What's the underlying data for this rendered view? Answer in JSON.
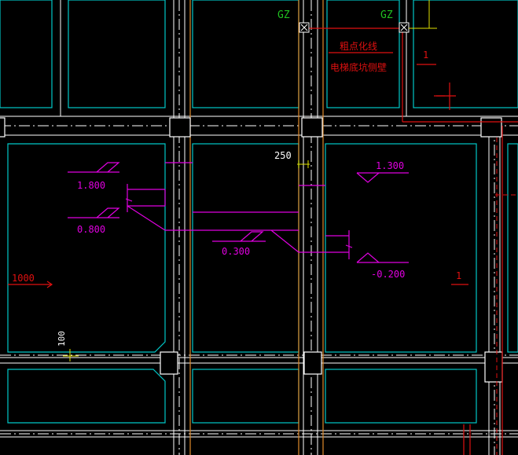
{
  "colors": {
    "background": "#000000",
    "slab_outline": "#00c8c8",
    "wall_line": "#ffffff",
    "axis_line": "#e08a2a",
    "dim_line": "#e000e0",
    "annotation_red": "#e01010",
    "gz_green": "#20c020",
    "dim_text_white": "#ffffff",
    "dim_text_yellow": "#e0e000"
  },
  "labels": {
    "gz_left": "GZ",
    "gz_right": "GZ",
    "note_line1": "粗点化线",
    "note_line2": "电梯底坑侧壁",
    "dim_250": "250",
    "dim_1000": "1000",
    "dim_100": "100",
    "marker_1_top": "1",
    "marker_1_mid": "1"
  },
  "elevations": {
    "e1": "1.800",
    "e2": "0.800",
    "e3": "0.300",
    "e4": "1.300",
    "e5": "-0.200"
  }
}
